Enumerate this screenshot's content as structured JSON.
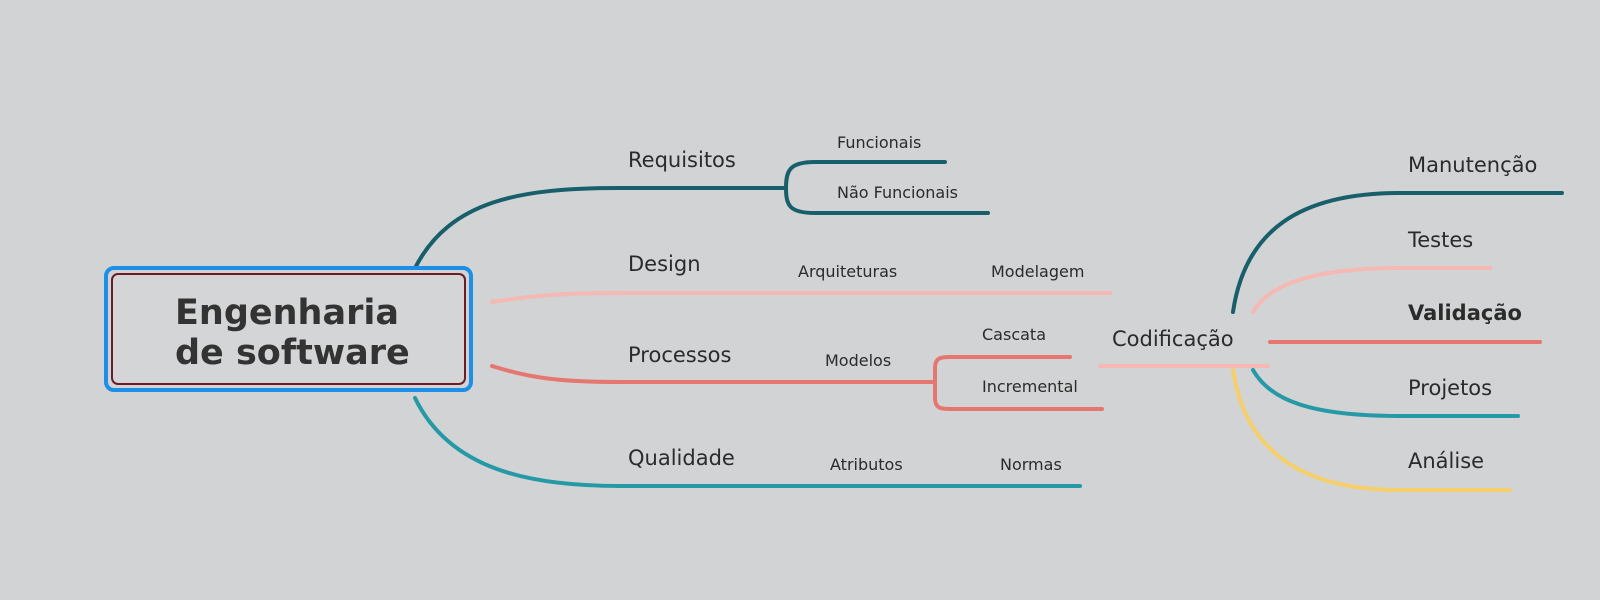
{
  "central": {
    "title": "Engenharia\nde software"
  },
  "branches": {
    "requisitos": {
      "label": "Requisitos",
      "color": "#185f6b",
      "children": [
        "Funcionais",
        "Não Funcionais"
      ]
    },
    "design": {
      "label": "Design",
      "color": "#f6b8b3",
      "children": [
        "Arquiteturas",
        "Modelagem"
      ]
    },
    "processos": {
      "label": "Processos",
      "color": "#e57770",
      "children": [
        "Modelos",
        "Cascata",
        "Incremental"
      ]
    },
    "qualidade": {
      "label": "Qualidade",
      "color": "#2699a6",
      "children": [
        "Atributos",
        "Normas"
      ]
    }
  },
  "codificacao": {
    "label": "Codificação",
    "children": [
      {
        "label": "Manutenção",
        "color": "#185f6b"
      },
      {
        "label": "Testes",
        "color": "#f6b8b3"
      },
      {
        "label": "Validação",
        "color": "#e57770"
      },
      {
        "label": "Projetos",
        "color": "#2699a6"
      },
      {
        "label": "Análise",
        "color": "#f7cf6a"
      }
    ]
  }
}
